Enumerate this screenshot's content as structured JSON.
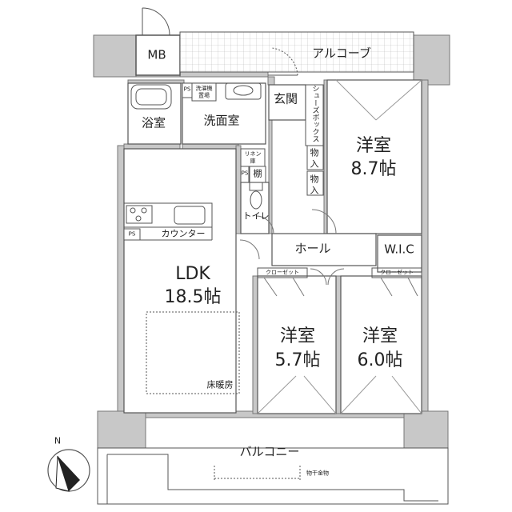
{
  "rooms": {
    "mb": "MB",
    "alcove": "アルコーブ",
    "genkan": "玄関",
    "shoebox": "シューズボックス",
    "bath": "浴室",
    "washroom": "洗面室",
    "ps": "PS",
    "washer": "洗濯機\n置場",
    "linen": "リネン\n庫",
    "tana": "棚",
    "toilet": "トイレ",
    "storage": "物\n入",
    "western1_name": "洋室",
    "western1_size": "8.7帖",
    "ldk_name": "LDK",
    "ldk_size": "18.5帖",
    "counter": "カウンター",
    "floor_heating": "床暖房",
    "hall": "ホール",
    "wic": "W.I.C",
    "closet": "クローゼット",
    "western2_name": "洋室",
    "western2_size": "5.7帖",
    "western3_name": "洋室",
    "western3_size": "6.0帖",
    "balcony": "バルコニー",
    "hanger": "物干金物"
  },
  "compass": {
    "north": "N"
  }
}
